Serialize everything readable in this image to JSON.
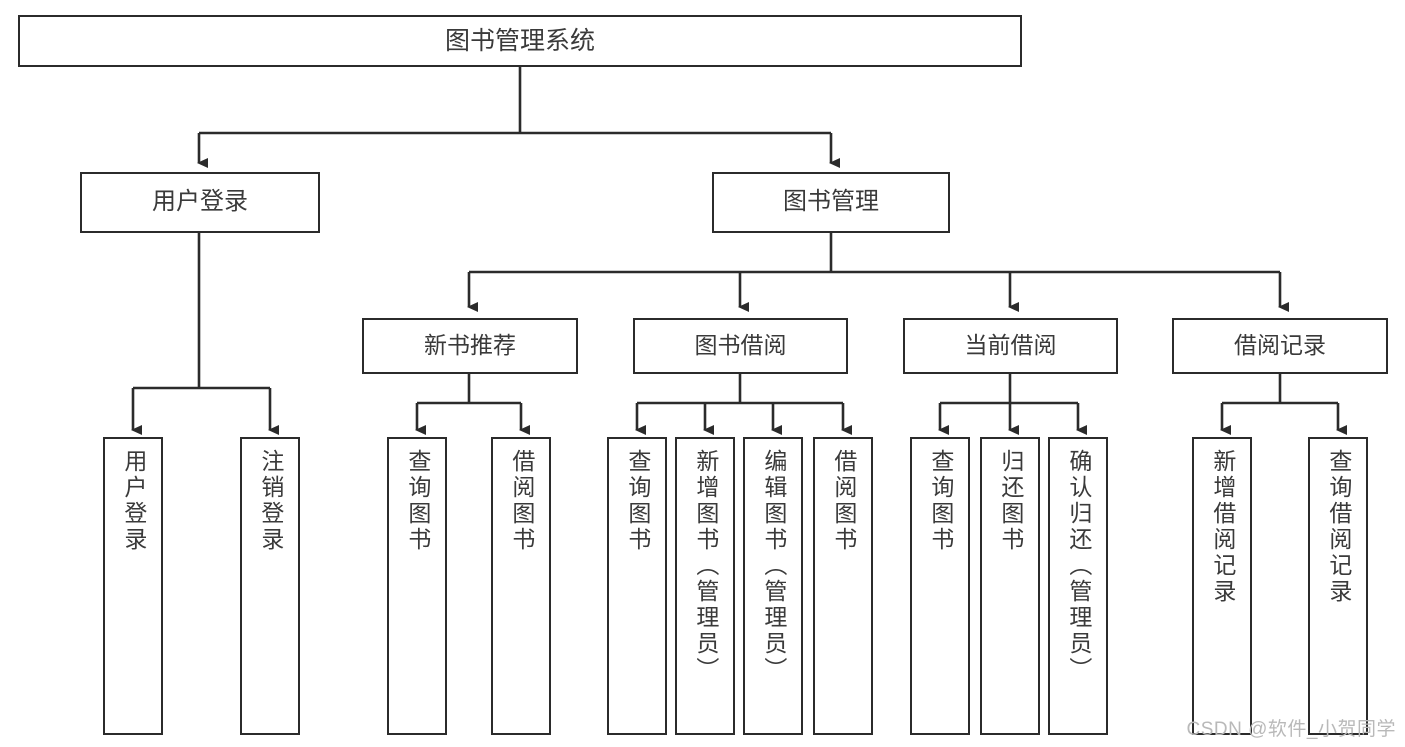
{
  "diagram": {
    "title_text": "图书管理系统",
    "watermark": "CSDN @软件_小贺同学",
    "stroke_color": "#2b2b2b",
    "text_color": "#3a3a3a",
    "background_color": "#ffffff",
    "type": "tree-hierarchy-diagram"
  },
  "root": {
    "label": "图书管理系统"
  },
  "level2": [
    {
      "label": "用户登录"
    },
    {
      "label": "图书管理"
    }
  ],
  "level3": [
    {
      "label": "新书推荐"
    },
    {
      "label": "图书借阅"
    },
    {
      "label": "当前借阅"
    },
    {
      "label": "借阅记录"
    }
  ],
  "leaves": {
    "user_login": [
      {
        "label": "用户登录"
      },
      {
        "label": "注销登录"
      }
    ],
    "new_book_recommend": [
      {
        "label": "查询图书"
      },
      {
        "label": "借阅图书"
      }
    ],
    "book_borrow": [
      {
        "label": "查询图书"
      },
      {
        "label": "新增图书（管理员）"
      },
      {
        "label": "编辑图书（管理员）"
      },
      {
        "label": "借阅图书"
      }
    ],
    "current_borrow": [
      {
        "label": "查询图书"
      },
      {
        "label": "归还图书"
      },
      {
        "label": "确认归还（管理员）"
      }
    ],
    "borrow_record": [
      {
        "label": "新增借阅记录"
      },
      {
        "label": "查询借阅记录"
      }
    ]
  }
}
